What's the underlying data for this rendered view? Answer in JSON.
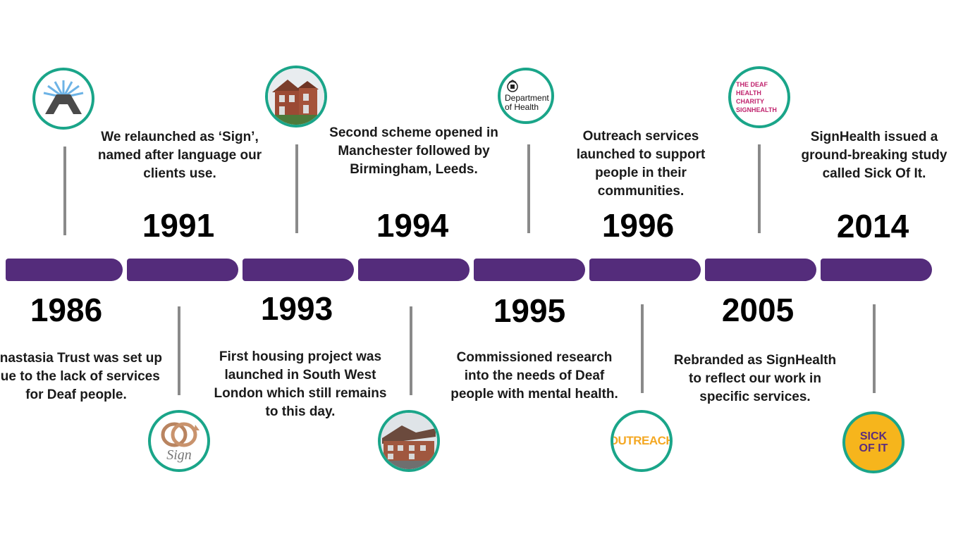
{
  "timeline": {
    "accent_color": "#542c7b",
    "ring_color": "#1aa589",
    "events": [
      {
        "year": "1986",
        "text": "Anastasia Trust was set up due to the lack of services for Deaf people.",
        "icon": "anastasia-trust-logo"
      },
      {
        "year": "1991",
        "text": "We relaunched as ‘Sign’, named after language our clients use.",
        "icon": "sign-logo",
        "logo_text": "Sign"
      },
      {
        "year": "1993",
        "text": "First housing project was launched in South West London which still remains to this day.",
        "icon": "house-photo"
      },
      {
        "year": "1994",
        "text": "Second scheme opened in Manchester followed by Birmingham, Leeds.",
        "icon": "building-photo"
      },
      {
        "year": "1995",
        "text": "Commissioned research into the needs of Deaf people with mental health.",
        "icon": "department-of-health-logo",
        "logo_text": "Department of Health"
      },
      {
        "year": "1996",
        "text": "Outreach services launched to support people in their communities.",
        "icon": "outreach-logo",
        "logo_text": "OUTREACH"
      },
      {
        "year": "2005",
        "text": "Rebranded as SignHealth to reflect our work in specific services.",
        "icon": "signhealth-logo",
        "logo_text": "THE DEAF HEALTH CHARITY SIGNHEALTH"
      },
      {
        "year": "2014",
        "text": "SignHealth issued a ground-breaking study called Sick Of It.",
        "icon": "sick-of-it-badge",
        "logo_text": "SICK OF IT"
      }
    ]
  }
}
